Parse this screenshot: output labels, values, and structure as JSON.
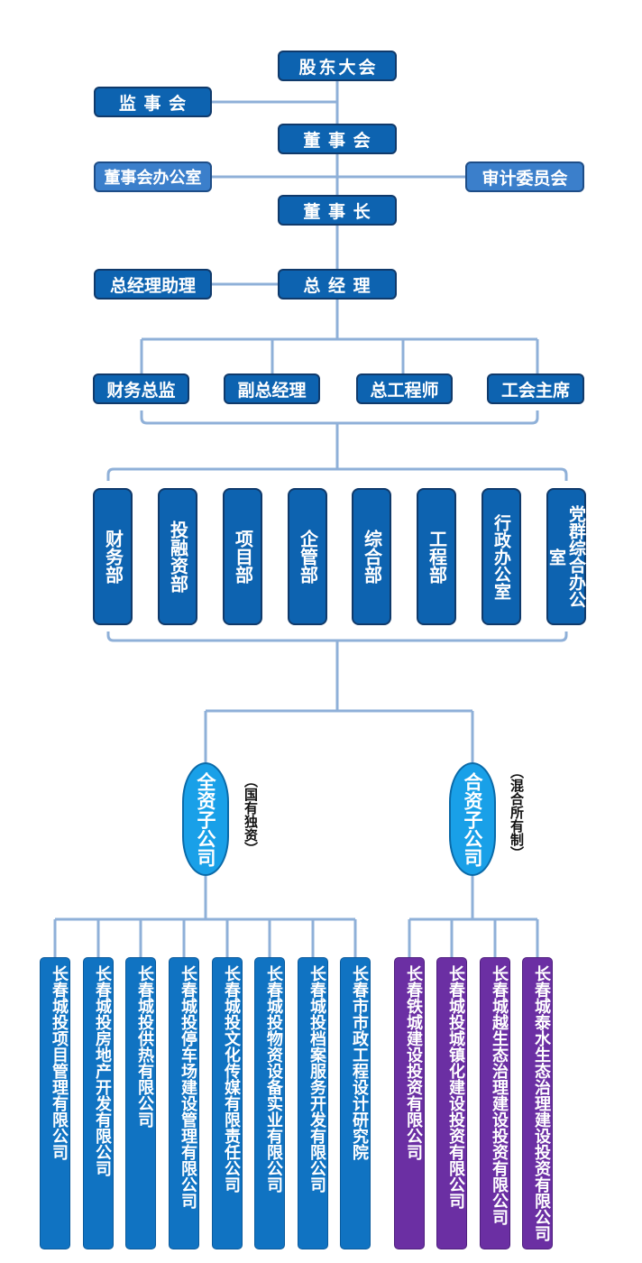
{
  "top_chain": {
    "shareholders_meeting": "股东大会",
    "supervisory_board": "监 事 会",
    "board_of_directors": "董 事 会",
    "board_office": "董事会办公室",
    "audit_committee": "审计委员会",
    "chairman": "董 事 长",
    "general_manager": "总 经 理",
    "gm_assistant": "总经理助理"
  },
  "executives": [
    "财务总监",
    "副总经理",
    "总工程师",
    "工会主席"
  ],
  "departments": [
    "财务部",
    "投融资部",
    "项目部",
    "企管部",
    "综合部",
    "工程部",
    "行政办公室",
    "党群综合办公室"
  ],
  "groups": {
    "wholly_owned": {
      "label": "全资子公司",
      "note": "（国有独资）"
    },
    "mixed": {
      "label": "合资子公司",
      "note": "（混合所有制）"
    }
  },
  "wholly_owned_companies": [
    "长春城投项目管理有限公司",
    "长春城投房地产开发有限公司",
    "长春城投供热有限公司",
    "长春城投停车场建设管理有限公司",
    "长春城投文化传媒有限责任公司",
    "长春城投物资设备实业有限公司",
    "长春城投档案服务开发有限公司",
    "长春市市政工程设计研究院"
  ],
  "mixed_companies": [
    "长春铁城建设投资有限公司",
    "长春城投城镇化建设投资有限公司",
    "长春城越生态治理建设投资有限公司",
    "长春城泰水生态治理建设投资有限公司"
  ],
  "colors": {
    "primary_box": "#0d63b0",
    "secondary_box": "#3b7fcb",
    "connector": "#8fb0d8",
    "oval": "#19a0e8",
    "soe_company": "#1073c2",
    "mixed_company": "#6b2fa3"
  }
}
